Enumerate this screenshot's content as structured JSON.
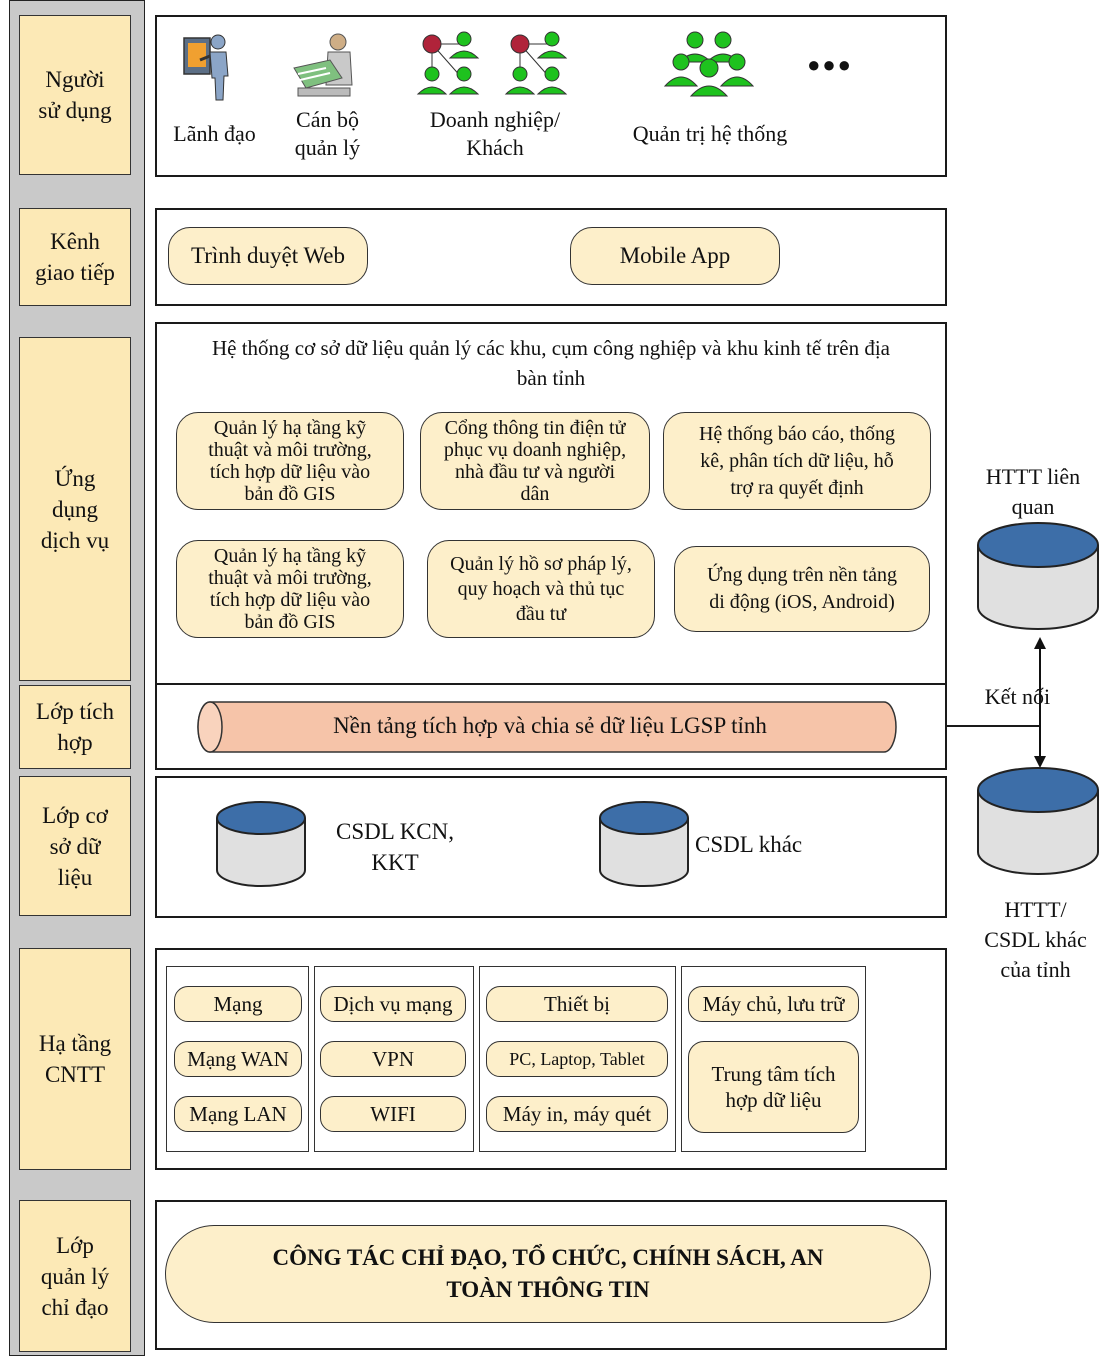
{
  "layers": {
    "users": "Người\nsử dụng",
    "channels": "Kênh\ngiao tiếp",
    "apps": "Ứng\ndụng\ndịch vụ",
    "integration": "Lớp tích\nhợp",
    "database": "Lớp cơ\nsở dữ\nliệu",
    "infra": "Hạ tầng\nCNTT",
    "management": "Lớp\nquản lý\nchỉ đạo"
  },
  "users": {
    "leader": "Lãnh đạo",
    "officer": "Cán bộ\nquản lý",
    "business": "Doanh nghiệp/\nKhách",
    "admin": "Quản trị hệ thống",
    "more": "●●●"
  },
  "channels": {
    "web": "Trình duyệt Web",
    "mobile": "Mobile App"
  },
  "apps": {
    "title": "Hệ thống cơ sở dữ liệu quản lý các khu, cụm công nghiệp và khu kinh tế trên địa\nbàn tỉnh",
    "items": [
      "Quản lý hạ tầng kỹ\nthuật và môi trường,\ntích hợp dữ liệu vào\nbản đồ GIS",
      "Cổng thông tin điện tử\nphục vụ doanh nghiệp,\nnhà đầu tư và người\ndân",
      "Hệ thống báo cáo, thống\nkê, phân tích dữ liệu, hỗ\ntrợ ra quyết định",
      "Quản lý hạ tầng kỹ\nthuật và môi trường,\ntích hợp dữ liệu vào\nbản đồ GIS",
      "Quản lý hồ sơ pháp lý,\nquy hoạch và thủ tục\nđầu tư",
      "Ứng dụng trên nền tảng\ndi động (iOS, Android)"
    ]
  },
  "integration": {
    "lgsp": "Nền tảng tích hợp và chia sẻ dữ liệu LGSP tỉnh"
  },
  "database": {
    "kcn": "CSDL KCN,\nKKT",
    "other": "CSDL khác"
  },
  "infra": {
    "network": [
      "Mạng",
      "Mạng WAN",
      "Mạng LAN"
    ],
    "services": [
      "Dịch vụ mạng",
      "VPN",
      "WIFI"
    ],
    "devices": [
      "Thiết bị",
      "PC, Laptop, Tablet",
      "Máy in, máy quét"
    ],
    "servers": [
      "Máy chủ, lưu trữ",
      "Trung tâm tích\nhợp dữ liệu"
    ]
  },
  "management": {
    "text": "CÔNG TÁC CHỈ ĐẠO, TỔ CHỨC, CHÍNH SÁCH, AN\nTOÀN THÔNG TIN"
  },
  "external": {
    "related": "HTTT liên\nquan",
    "connect": "Kết nối",
    "province": "HTTT/\nCSDL khác\ncủa tỉnh"
  },
  "colors": {
    "layer_fill": "#fce9b6",
    "pill_fill": "#fdefca",
    "lgsp_fill": "#f6c4a9",
    "db_top": "#3d6ea8",
    "person_green": "#1ec21e"
  }
}
